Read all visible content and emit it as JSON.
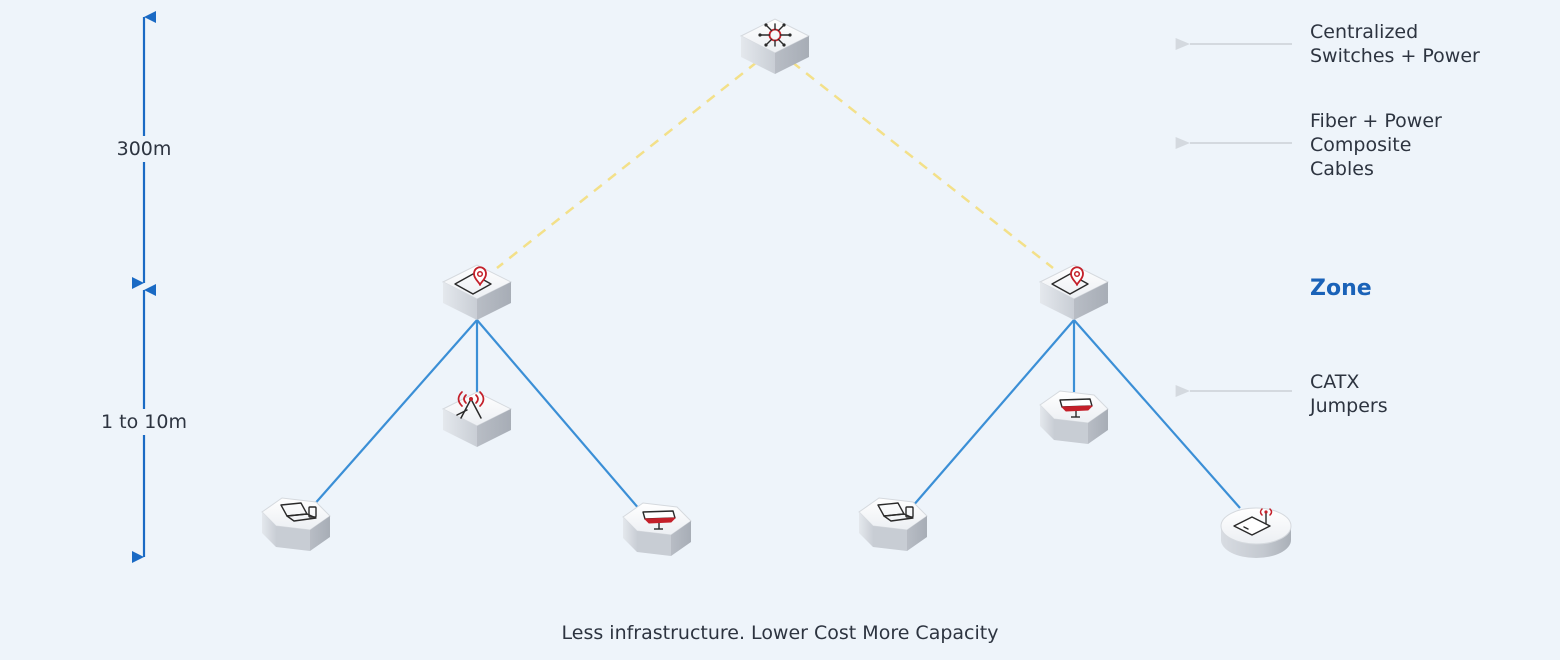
{
  "labels": {
    "centralized": [
      "Centralized",
      "Switches + Power"
    ],
    "fiber": [
      "Fiber + Power",
      "Composite",
      "Cables"
    ],
    "zone": "Zone",
    "catx": [
      "CATX",
      "Jumpers"
    ]
  },
  "measurements": {
    "top": "300m",
    "bottom": "1 to 10m"
  },
  "caption": "Less infrastructure. Lower Cost More Capacity",
  "nodes": {
    "core": "network-switch-icon",
    "zones": [
      "zone-box-icon",
      "zone-box-icon"
    ],
    "devices": [
      "laptop-icon",
      "wifi-antenna-icon",
      "security-camera-icon",
      "laptop-icon",
      "security-camera-icon",
      "wireless-router-icon"
    ]
  },
  "colors": {
    "background": "#eef4fa",
    "fiber": "#f3e089",
    "catx": "#3b8fd6",
    "measure": "#1a6ac4",
    "zone_label": "#1a62b8",
    "icon_red": "#c4202a",
    "guide_arrow": "#d4d9df"
  }
}
